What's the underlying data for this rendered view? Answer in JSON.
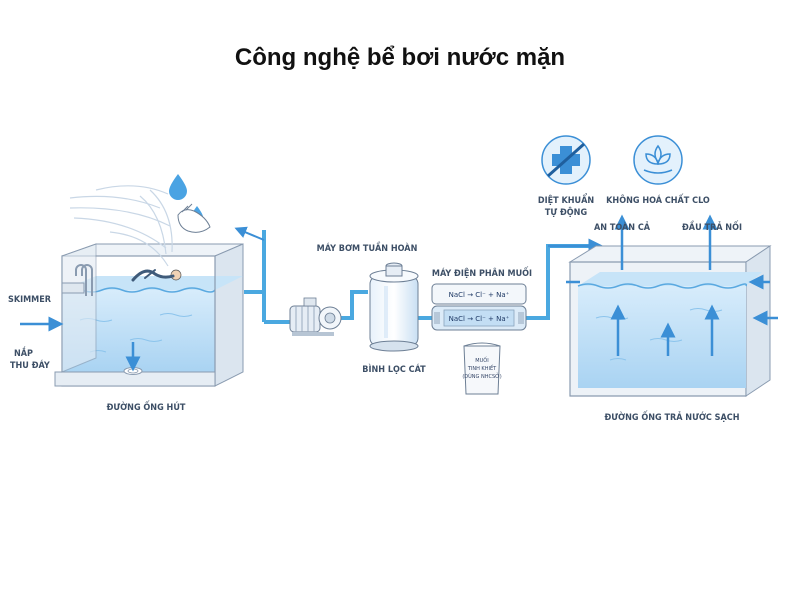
{
  "title": "Công nghệ bể bơi nước mặn",
  "labels": {
    "skimmer": "SKIMMER",
    "nap_line1": "NẮP",
    "nap_line2": "THU ĐÁY",
    "duong_ong_hut": "ĐƯỜNG ỐNG HÚT",
    "may_bom": "MÁY BƠM TUẦN HOÀN",
    "binh_loc": "BÌNH LỌC CÁT",
    "may_dien_phan": "MÁY ĐIỆN PHÂN MUỐI",
    "formula_top": "NaCl → Cl⁻ + Na⁺",
    "formula_cell": "NaCl → Cl⁻ + Na⁺",
    "salt_bag_line1": "MUỐI",
    "salt_bag_line2": "TINH KHIẾT",
    "salt_bag_line3": "(DÙNG NHCSỞ)",
    "diet_khuan_line1": "DIỆT KHUẨN",
    "diet_khuan_line2": "TỰ ĐỘNG",
    "khong_hoa_chat": "KHÔNG HOÁ CHẤT CLO",
    "an_toan": "AN TOÀN CẢ",
    "dau_tra_noi": "ĐẦU TRẢ NỐI",
    "duong_ong_tra": "ĐƯỜNG ỐNG TRẢ NƯỚC SẠCH"
  },
  "colors": {
    "water": "#bfe0f7",
    "water_dark": "#9ccdf0",
    "pipe": "#4aa8e0",
    "arrow": "#3b8fd6",
    "pool_wall": "#e8eef5",
    "pool_edge": "#8a9bb0",
    "icon_circle": "#e3f1fc"
  },
  "icons": [
    "droplet-icon",
    "hand-icon",
    "wind-icon",
    "swimmer-icon",
    "pump-icon",
    "filter-icon",
    "electrolysis-cell-icon",
    "salt-bag-icon",
    "no-bacteria-icon",
    "leaf-icon"
  ]
}
